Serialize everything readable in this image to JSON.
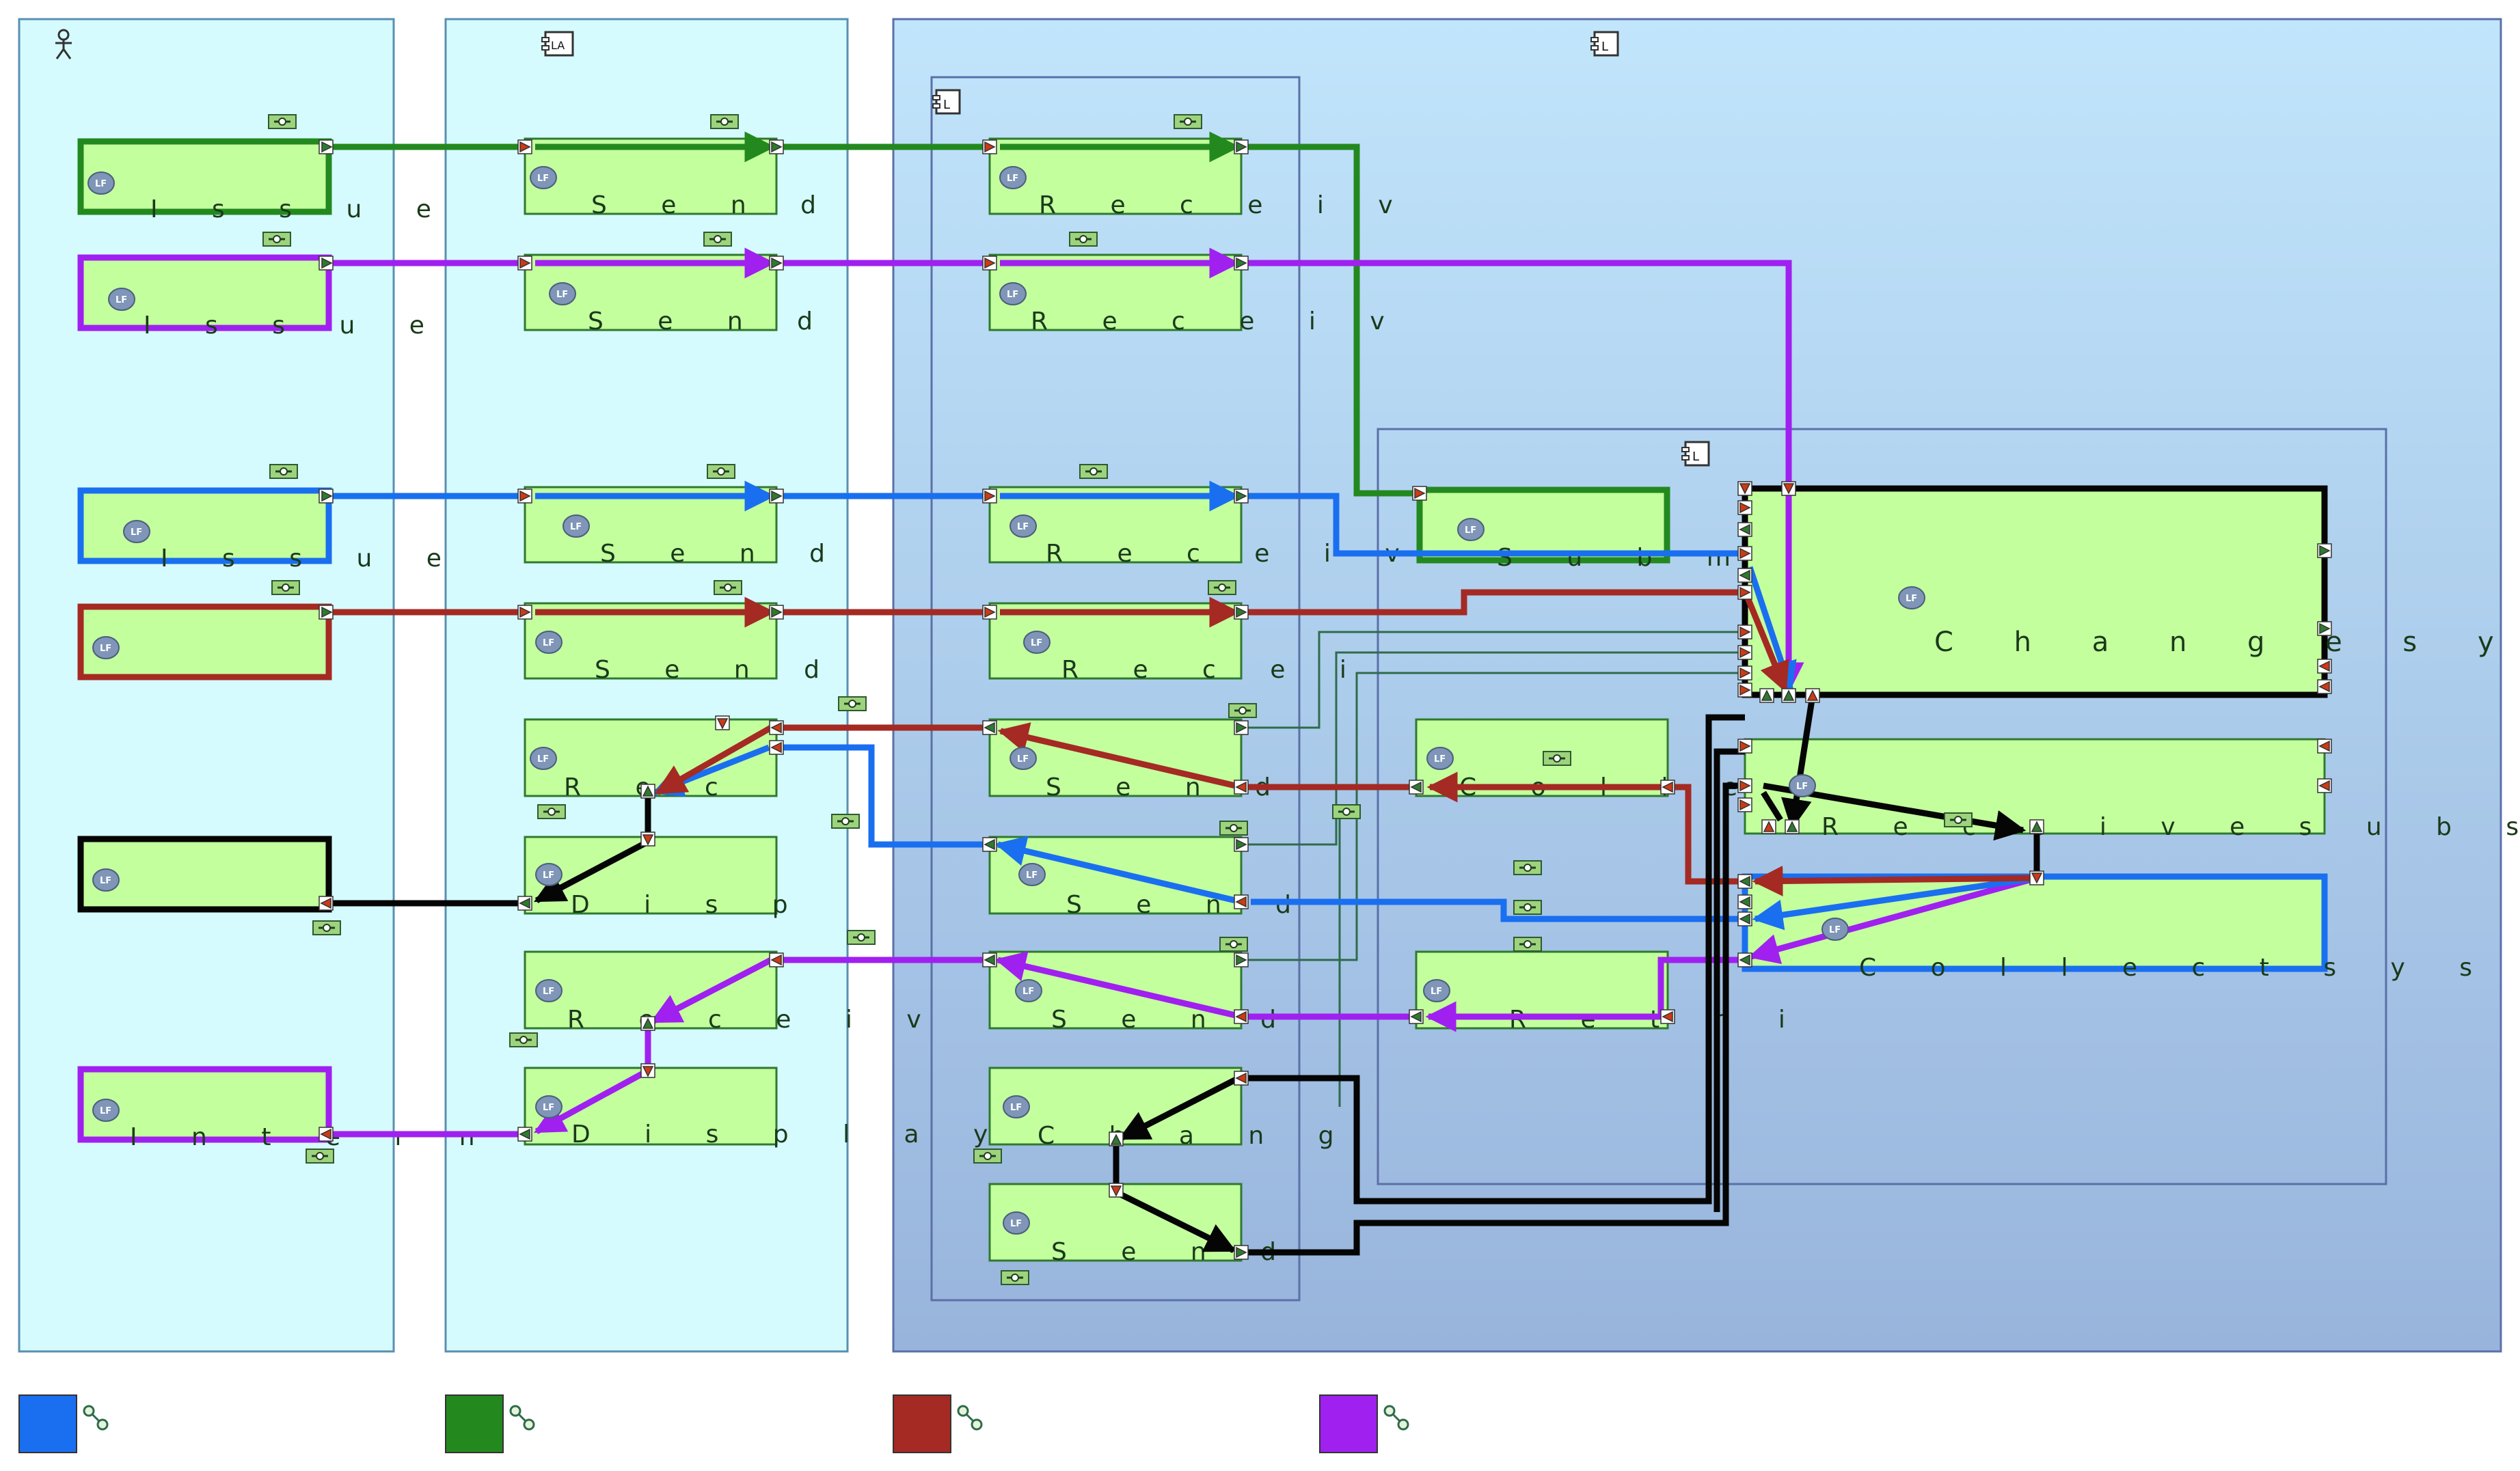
{
  "colors": {
    "blue": "#1a6ff0",
    "green": "#23891f",
    "red": "#a42a23",
    "purple": "#a020f0",
    "black": "#050505",
    "node_fill": "#c4ff9e",
    "lane_fill": "#d6fbff"
  },
  "icons": {
    "actor_lane": "actor-icon",
    "logical_actor_lane": "logical-actor-icon",
    "logical_component": "logical-component-icon",
    "function_badge": "lf-badge-icon",
    "exchange": "functional-exchange-icon",
    "legend_item": "legend-exchange-icon"
  },
  "badge_text": "LF",
  "functions": {
    "a1": "I s s u e",
    "a2": "I s s u e",
    "a3": "I s s u e",
    "a4": "",
    "a5": "",
    "a6": "I n t e r n",
    "b1": "S e n d",
    "b2": "S e n d",
    "b3": "S e n d",
    "b4": "S e n d",
    "b5": "R e c",
    "b6": "D i s p",
    "b7": "R e c e i v",
    "b8": "D i s p l a y",
    "c1": "R e c e i v",
    "c2": "R e c e i v",
    "c3": "R e c e i v",
    "c4": "R e c e i",
    "c5": "S e n d",
    "c6": "S e n d",
    "c7": "S e n d",
    "c8": "C h a n g",
    "c9": "S e n d",
    "d1": "S u b m",
    "d2": "C o l l e c",
    "d3": "R e t r i",
    "e1": "C h a n g e   s y s",
    "e2": "R e c e i v e   s u b s y s",
    "e3": "C o l l e c t   s y s t e m"
  }
}
